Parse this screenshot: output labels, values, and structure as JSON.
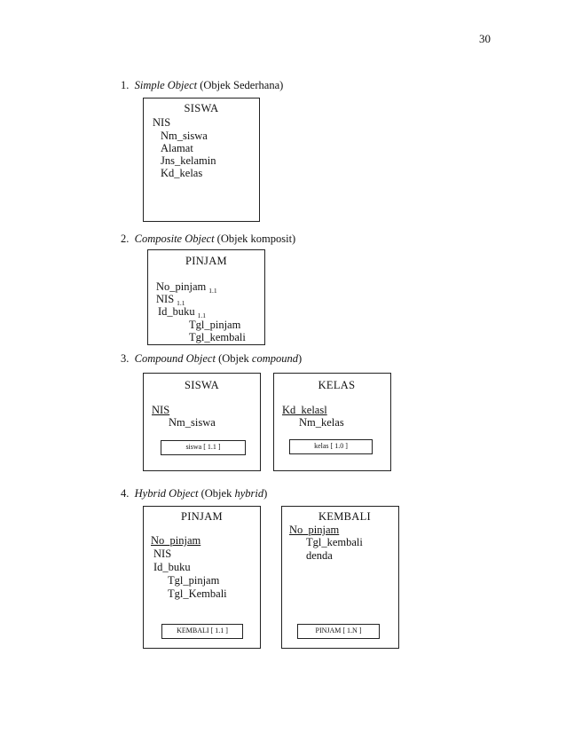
{
  "page_number": "30",
  "sections": [
    {
      "number": "1.",
      "term": "Simple Object",
      "rest_pre": " (Objek Sederhana)",
      "rest_italic": "",
      "rest_post": ""
    },
    {
      "number": "2.",
      "term": "Composite Object",
      "rest_pre": " (Objek komposit)",
      "rest_italic": "",
      "rest_post": ""
    },
    {
      "number": "3.",
      "term": "Compound Object",
      "rest_pre": " (Objek ",
      "rest_italic": "compound",
      "rest_post": ")"
    },
    {
      "number": "4.",
      "term": "Hybrid Object",
      "rest_pre": " (Objek ",
      "rest_italic": "hybrid",
      "rest_post": ")"
    }
  ],
  "simple": {
    "title": "SISWA",
    "lines": [
      "NIS",
      "Nm_siswa",
      "Alamat",
      "Jns_kelamin",
      "Kd_kelas"
    ]
  },
  "composite": {
    "title": "PINJAM",
    "lines": [
      {
        "text": "No_pinjam",
        "sub": "1.1"
      },
      {
        "text": "NIS",
        "sub": "1.1"
      },
      {
        "text": "Id_buku",
        "sub": "1.1"
      },
      {
        "text": "Tgl_pinjam",
        "sub": ""
      },
      {
        "text": "Tgl_kembali",
        "sub": ""
      }
    ]
  },
  "compound": {
    "siswa": {
      "title": "SISWA",
      "key": "NIS",
      "field": "Nm_siswa",
      "tag": "siswa [ 1.1 ]"
    },
    "kelas": {
      "title": "KELAS",
      "key": "Kd_kelasl",
      "field": "Nm_kelas",
      "tag": "kelas [ 1.0 ]"
    }
  },
  "hybrid": {
    "pinjam": {
      "title": "PINJAM",
      "lines": [
        "No_pinjam",
        "NIS",
        "Id_buku",
        "Tgl_pinjam",
        "Tgl_Kembali"
      ],
      "tag": "KEMBALI [ 1.1 ]"
    },
    "kembali": {
      "title": "KEMBALI",
      "lines": [
        "No_pinjam",
        "Tgl_kembali",
        "denda"
      ],
      "tag": "PINJAM [ 1.N ]"
    }
  }
}
